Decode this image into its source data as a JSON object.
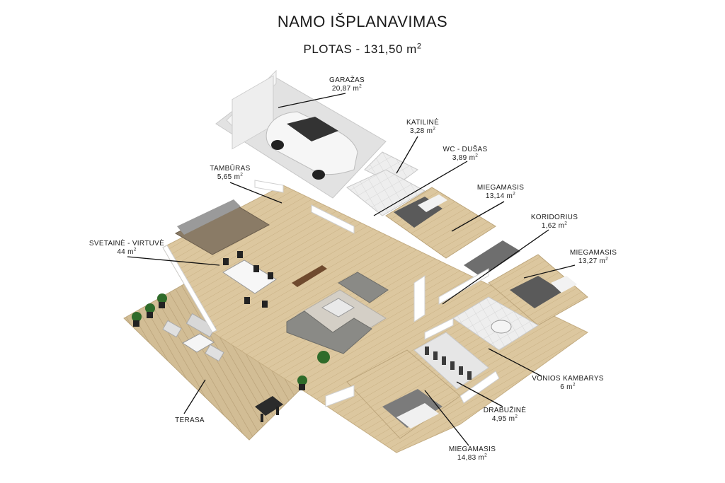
{
  "header": {
    "title": "NAMO IŠPLANAVIMAS",
    "area_label": "PLOTAS - 131,50 m",
    "area_sup": "2"
  },
  "rooms": [
    {
      "name": "GARAŽAS",
      "area": "20,87 m",
      "sup": "2"
    },
    {
      "name": "KATILINĖ",
      "area": "3,28 m",
      "sup": "2"
    },
    {
      "name": "WC - DUŠAS",
      "area": "3,89 m",
      "sup": "2"
    },
    {
      "name": "TAMBŪRAS",
      "area": "5,65 m",
      "sup": "2"
    },
    {
      "name": "MIEGAMASIS",
      "area": "13,14 m",
      "sup": "2"
    },
    {
      "name": "KORIDORIUS",
      "area": "1,62 m",
      "sup": "2"
    },
    {
      "name": "SVETAINĖ - VIRTUVĖ",
      "area": "44 m",
      "sup": "2"
    },
    {
      "name": "MIEGAMASIS",
      "area": "13,27 m",
      "sup": "2"
    },
    {
      "name": "VONIOS KAMBARYS",
      "area": "6 m",
      "sup": "2"
    },
    {
      "name": "DRABUŽINĖ",
      "area": "4,95 m",
      "sup": "2"
    },
    {
      "name": "TERASA",
      "area": "",
      "sup": ""
    },
    {
      "name": "MIEGAMASIS",
      "area": "14,83 m",
      "sup": "2"
    }
  ],
  "colors": {
    "wall": "#ffffff",
    "wall_shade": "#d9d9d9",
    "floor_wood": "#d8c39a",
    "floor_tile": "#e8e8e8",
    "terrace": "#cbb58d",
    "sofa": "#8a8a86",
    "car": "#f4f4f4",
    "leader": "#111111"
  }
}
